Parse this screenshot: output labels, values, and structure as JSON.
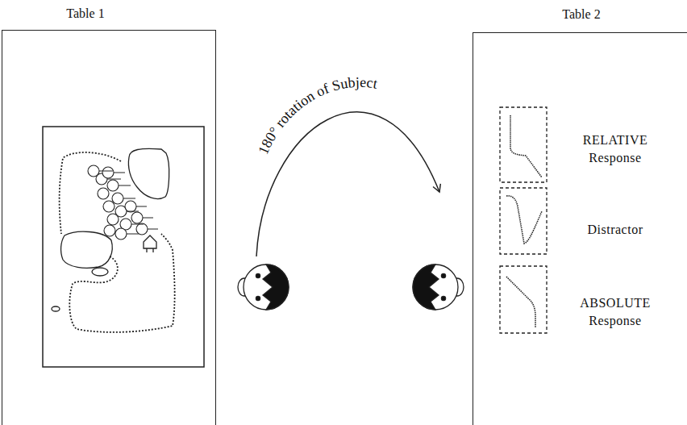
{
  "diagram": {
    "nodes": [
      {
        "text": [
          "Table 1"
        ]
      },
      {
        "text": [
          "Table 2"
        ]
      }
    ],
    "labels": [
      "180° rotation of Subject",
      "RELATIVE Response",
      "Distractor",
      "ABSOLUTE Response"
    ]
  }
}
